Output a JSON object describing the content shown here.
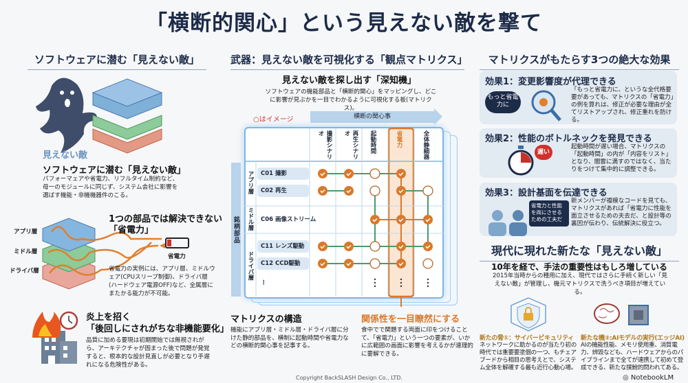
{
  "title": "「横断的関心」という見えない敵を撃て",
  "left": {
    "header": "ソフトウェアに潜む「見えない敵」",
    "enemy_label": "見えない敵",
    "subtitle": "ソフトウェアに潜む「見えない敵」",
    "body": "パフォーマェアや省電力、リフルタイム制約など、母一のモジュールに同じず、システム会社に影響を選ばす機能・非機機器件のこる。",
    "layers": [
      "アプリ層",
      "ミドル層",
      "ドライバ層"
    ],
    "power_title_1": "1つの部品では解決できない",
    "power_title_2": "「省電力」",
    "battery_label": "省電力",
    "power_body": "省電力の実例には、アプリ層、ミドルウェア(CPUスリープ制御)、ドライバ層(ハードウェア電源OFF)など、全属層にまたかる能力が不可能。",
    "fire_title_1": "炎上を招く",
    "fire_title_2": "「後回しにされがちな非機能要化」",
    "fire_body": "品質に加める要現は初期開始では無視されがら、アーキテクチャが固まった後で問題が発覚すると、根本的な設計見直しが必要となり手遅れになる危険性がある。"
  },
  "middle": {
    "header": "武器：見えない敵を可視化する「観点マトリクス」",
    "subtitle": "見えない敵を探し出す「深知機」",
    "desc": "ソフトウェアの機能部品と「横断的関心」をマッピングし、どこに影響が見ぶかを一目でわかるように可視化する板(マトリクス)。",
    "image_note": "○はイメージ",
    "col_arrow": "横断の関心事",
    "row_arrow": "銘柄部品",
    "structure_title": "マトリクスの構造",
    "structure_body": "機能にアプリ層・ミドル層・ドライバ層に分けた静的部品を、横制に起動時間や省電力などの横断的関心事を記事する。",
    "relation_title": "関係性を一目瞭然にする",
    "relation_body": "食中でで関題する両面に印をつけることて、「省電力」という一つの要素が、いかに広範囲の画面に影響を考えるかが連理的に要解できる。"
  },
  "matrix": {
    "columns": [
      "撮影シナリオ",
      "再生シナリオ",
      "起動時間",
      "省電力",
      "全体静細器"
    ],
    "highlight_column": 3,
    "groups": [
      {
        "label": "アプリ層",
        "rows": [
          0,
          1
        ]
      },
      {
        "label": "ミドル層",
        "rows": [
          2
        ]
      },
      {
        "label": "ドライバ層",
        "rows": [
          3,
          4,
          5
        ]
      }
    ],
    "rows": [
      {
        "name": "C01 撮影",
        "cells": [
          "check",
          "check",
          "open",
          "check",
          ""
        ]
      },
      {
        "name": "C02 再生",
        "cells": [
          "check",
          "check",
          "open",
          "check",
          "open"
        ]
      },
      {
        "name": "C06 画像ストリーム",
        "cells": [
          "",
          "",
          "check",
          "check",
          "check"
        ]
      },
      {
        "name": "C11 レンズ駆動",
        "cells": [
          "check",
          "check",
          "open",
          "check",
          "check"
        ]
      },
      {
        "name": "C12 CCD駆動",
        "cells": [
          "check",
          "check",
          "open",
          "check",
          "open"
        ]
      },
      {
        "name": "⋮",
        "cells": [
          "",
          "",
          "more",
          "more",
          "more"
        ]
      }
    ]
  },
  "right": {
    "header": "マトリクスがもたらす3つの絶大な効果",
    "effects": [
      {
        "title": "効果1：変更影響度が代理できる",
        "bubble": "もっと省電力に",
        "body": "「もっと省電力に、というな全代格要要があっても、マトリクスの「省電力」の例を算れは、修正が必要な理由が全てリストアップされ、修正重れを防ける。"
      },
      {
        "title": "効果2：性能のボトルネックを発見できる",
        "bubble": "遅い",
        "body": "起動時間が遅い場合、マトリクスの「起動時間」の内が「内容をリスト」となり、闇雲に満すのではなく、当たりをつけて集中的に調整できる。"
      },
      {
        "title": "効果3：設計基面を伝達できる",
        "bubble": "省電力と性能を両にさせるための工夫だ",
        "body": "新メンバーが複模なコードを見ても、マトリクスがあれば「省電力に性能を面立させるための夫去だ、と設計等の裏因が伝わり、伝統解決に役立つ。"
      }
    ],
    "modern_header": "現代に現れた新たな「見えない敵」",
    "modern_sub": "10年を経で、手法の重要性はもしろ増している",
    "modern_body": "2015年当時からの種用に加え、現代ではさらに手続く新しい「見えない敵」が管理し、機元マトリクスで洗うべき項目が増えている。",
    "threats": [
      {
        "title": "新たの脅①：サイバービキュリティ",
        "body": "ネットワークに助かるのが当たり初の時代では重要要塗個の一つ、もチェアブードから相目の思考えとで、システム全体を解確する最も近行心動心場。"
      },
      {
        "title": "新たな機②:AIモデルの実行(エッジAI)",
        "body": "AIの機能性能、メモリ使用重、消質電力、辨毀なども、ハードウェアからのパイプラインまで全てが連携して初めて登成できる、新たな撲鮒的問われてある。"
      }
    ]
  },
  "footer": {
    "copyright": "Copyright BackSLASH Design Co., LTD.",
    "brand": "NotebookLM"
  },
  "colors": {
    "navy": "#1c2b48",
    "orange": "#d9792b",
    "green": "#4b9a6a",
    "blue": "#7fb0d8",
    "card": "#e2eaf2"
  }
}
